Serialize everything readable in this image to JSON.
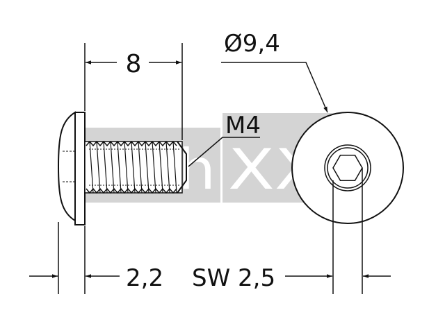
{
  "drawing": {
    "dimensions": {
      "length": "8",
      "head_diameter": "Ø9,4",
      "thread": "M4",
      "head_height": "2,2",
      "socket_size": "SW 2,5"
    },
    "watermark": {
      "left": "Tech",
      "right": "XXL"
    }
  }
}
